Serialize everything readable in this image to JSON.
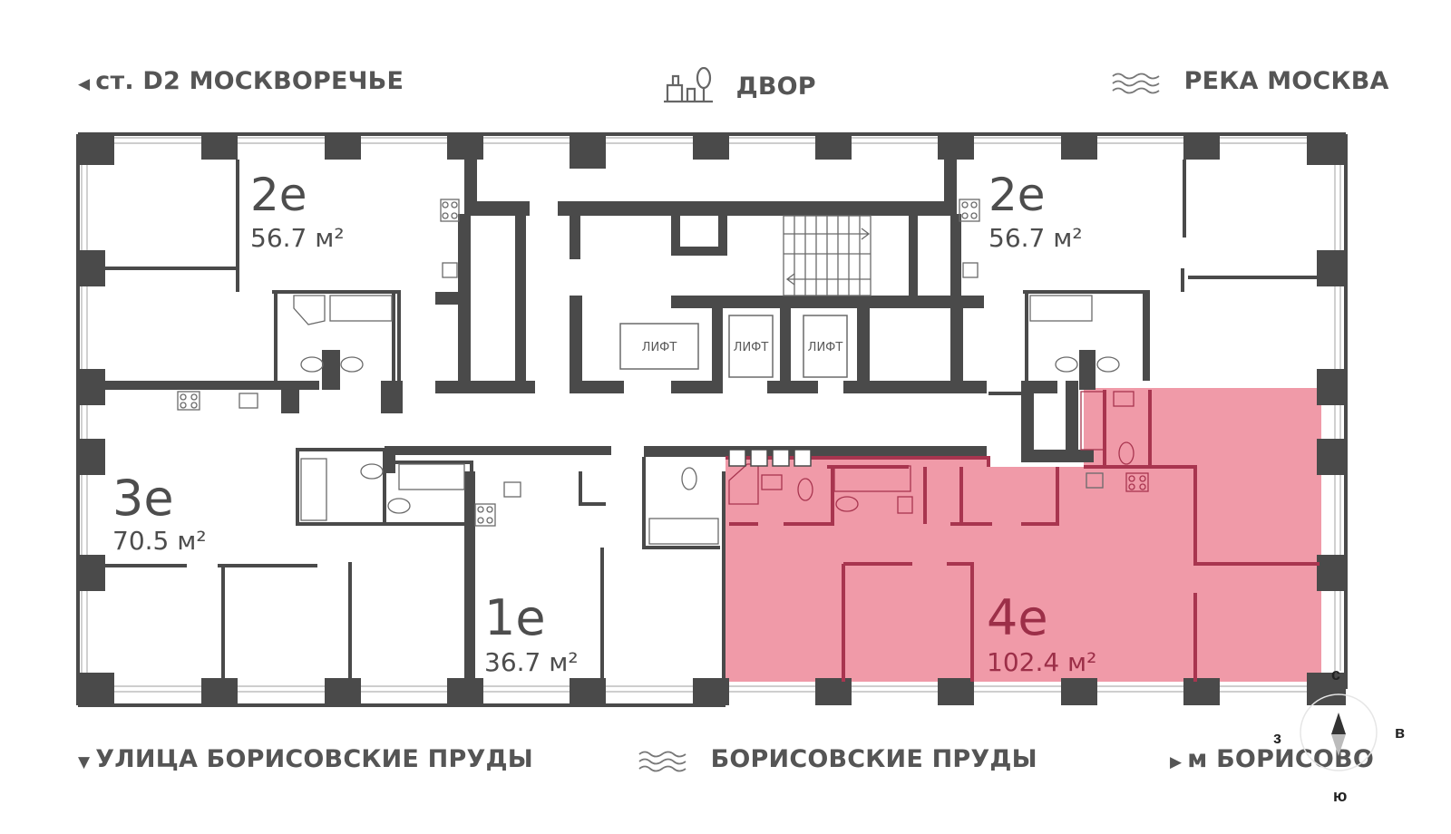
{
  "orientation": {
    "top_left": "ст. D2 МОСКВОРЕЧЬЕ",
    "top_center": "ДВОР",
    "top_right": "РЕКА МОСКВА",
    "bottom_left": "УЛИЦА БОРИСОВСКИЕ ПРУДЫ",
    "bottom_center": "БОРИСОВСКИЕ ПРУДЫ",
    "bottom_right": "м БОРИСОВО"
  },
  "apartments": [
    {
      "type": "2е",
      "area": "56.7 м²",
      "highlighted": false
    },
    {
      "type": "2е",
      "area": "56.7 м²",
      "highlighted": false
    },
    {
      "type": "3е",
      "area": "70.5 м²",
      "highlighted": false
    },
    {
      "type": "1е",
      "area": "36.7 м²",
      "highlighted": false
    },
    {
      "type": "4е",
      "area": "102.4 м²",
      "highlighted": true
    }
  ],
  "elevators": [
    "ЛИФТ",
    "ЛИФТ",
    "ЛИФТ"
  ],
  "compass": {
    "north": "с",
    "east": "в",
    "south": "ю",
    "west": "з"
  },
  "colors": {
    "wall": "#4a4a4a",
    "highlight_fill": "#f09aa8",
    "highlight_wall": "#a8354f",
    "highlight_text": "#9c2f48",
    "text": "#555555"
  }
}
